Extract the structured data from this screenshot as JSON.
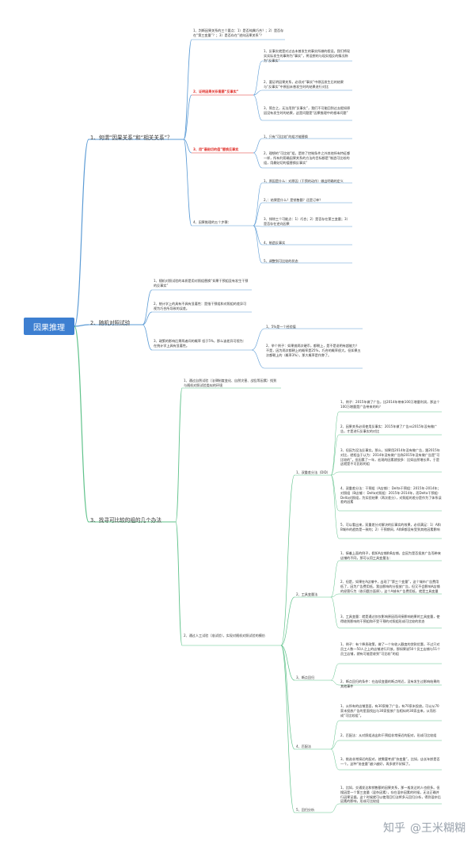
{
  "root": "因果推理",
  "watermark": {
    "site": "知乎",
    "handle": "@王米糊糊"
  },
  "colors": {
    "blue": "#5b9bd5",
    "green": "#5fc28a",
    "red": "#e0302a",
    "root_bg": "#3d7fd1"
  },
  "branch1": {
    "title": "1、何谓“因果关系”和“相关关系”？",
    "item1": "1、判断因果关系的三个要点：1）是否纯属巧合？；2）是否存在“第三变量”？；3）是否存在“逆向因果关系”？",
    "item2": "2、证明因果关系需要“反事实”",
    "item2_subs": [
      "1、反事实就是对过去未曾发生的事实所做的假设。我们将现实实际发生的事称为“事实”，将设想的与现实相反的情况称为“反事实”",
      "2、要证明因果关系，必须对“事实”中原因发生后的结果与“反事实”中原因未曾发生时的结果进行对比",
      "3、简言之，无法用到“反事实”，我们不可能回到过去假如原因没有发生时的结果，这是问题是“因果推理中的根本问题”"
    ],
    "item3": "3、用“最贴切的值”替换反事实",
    "item3_subs": [
      "1、只有“可比较”的组才能替换",
      "2、理想的“可比较”组，是除了控制条件之外其他所有特征都一样，所有利用确因果关系的方法的目标都是“制造可比较的组，用最贴切的值替换反事实”"
    ],
    "item4": "4、因果推理的五个步骤：",
    "item4_subs": [
      "1、原因是什么：对原因（干预的动作）做出明确的定义",
      "2、：结果是什么？是销售额？还是订单？",
      "3、排除三个可能点：1）巧合；2）是否存在第三变量；3）是否存在逆向因果",
      "4、制造反事实",
      "5、调整到可比较的状态"
    ]
  },
  "branch2": {
    "title": "2、随机对照试验",
    "item1": "1、随机对照试验的本质是用对照组替换“如果干预组没有发生干预的反事实”",
    "item2": "2、统计学上的具有不具有显著性：是指干预组和对照组的差异可视为巧合所导致的误差。",
    "item3": "3、政策的影响后果两者间的概率 低于5%，那么该差异可视为：在统计学上具有显著性。",
    "item3_subs": [
      "1、5%是一个经验值",
      "2、举个例子：如果抛两次硬币，都朝上，是不是说明有超能力？不是，因为两次都朝上的概率是25%，巧合的概率很大。但如果五次都朝上的（概率3%），那大概率是作弊了。"
    ]
  },
  "branch3": {
    "title": "3、找寻可比较的组的几个办法",
    "item1": "1、通过自然试验（法律制度变化、自然灾害、战乱等因素）找到与随机对照试验类似的环境",
    "item2": "2、通过人工试验（准试验），实现对随机对照试验的模仿",
    "methods": [
      {
        "label": "1、双重差分法（DID）",
        "subs": [
          "1、例子：2015年做了广告，比2014年带来100万增量利润，那这个100万增量是广告带来的吗？",
          "2、因果关系必须使用反事实：2015年做了广告vs2015年没有做广告，才是进行反事实的对比",
          "3、但因为没法反事实。那么，如果用2014年没有做广告，跟2015年对比，就相当于认为：2014年没有做广告和2015年没有做广告是“可比较的”，但因素了一年，宏观的因素就很多：比如自然增长率，于是这就是不可比较的组",
          "4、双重差分法：干预组（A店铺）：Delta干预组：2015年-2014年；对照组（B店铺）：Delta对照组：2015年-2014年，而Delta干预组-Delta对照组，为实验结果（两次差分），对照组的差分是作为了体系误差的因素",
          "5、可以看出来，双重差分对解决的反事实的效果，必须满足：1）A和B城市的趋势是一致的；2）干预期间，A和B都没有受到其他因素影响"
        ]
      },
      {
        "label": "2、工具变量法",
        "subs": [
          "1、接着上面的例子，假如A店铺和B店铺，会因为是否投放广告而带来店铺的不同，那可以用工具变量法：",
          "2、但是，如果在A店铺中，出现了“第三个变量”，这个城市广告费用低了，因为广告费用低，我自影响的分投放广告，但又不会影响A店铺的经营行为（收问题方面原），这个A城市广告费用低，就是工具变量",
          "3、工具变量：就是通过仅仅影响原因而间接影响结果的工具变量，使得收到影响的干预组和不受干预的对照组形成可比较的状态"
        ]
      },
      {
        "label": "3、断点回归",
        "subs": [
          "1、例子：有个降息政策，做了一个年收入额度的贷款优惠，不过只对员工人数一50人之上的店铺进行开放，那如果说50个员工店铺与51个员工店铺，就有可能是收到“可比较”的组",
          "2、断点回归的条件：在连续变量的断点附近，没有发生过影响结果的其他事件"
        ]
      },
      {
        "label": "4、匹配法",
        "subs": [
          "1、从所有的店铺里面，有30家做了广告，有70家未投放。可以从70家未投放广告的里面找出与30家投放广告相似的30家出来，从而形成“可比较组”。",
          "2、匹配法：从对照组选出和干预组非常接近的配对，形成可比较组",
          "3、挑选非常接近的配对，就需要考虑“协变量”，比如，店长年龄是否一个。这种“协变量”越少越好，再多就不好搞了。"
        ]
      },
      {
        "label": "5、回归分析",
        "subs": [
          "1、比如，交通发达和销售额的因果关系，那一般发达的人也很多。但搜因是一个第三变量（混杂因素），存在混杂因素的时候，无法正确并行因果证据。这个时候就可以使用回归法将多元回归分析，得到混杂后因素的影响，形成可比较组"
        ]
      }
    ]
  }
}
